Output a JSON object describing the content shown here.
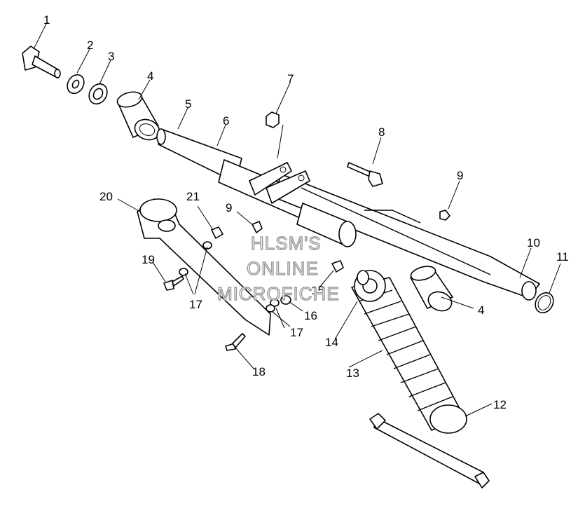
{
  "callouts": {
    "c1": "1",
    "c2": "2",
    "c3": "3",
    "c4a": "4",
    "c4b": "4",
    "c5": "5",
    "c6": "6",
    "c7": "7",
    "c8": "8",
    "c9a": "9",
    "c9b": "9",
    "c10": "10",
    "c11": "11",
    "c12": "12",
    "c13": "13",
    "c14": "14",
    "c15": "15",
    "c16": "16",
    "c17a": "17",
    "c17b": "17",
    "c18": "18",
    "c19": "19",
    "c20": "20",
    "c21": "21"
  },
  "watermark": {
    "line1": "HLSM'S",
    "line2": "ONLINE",
    "line3": "MICROFICHE"
  }
}
